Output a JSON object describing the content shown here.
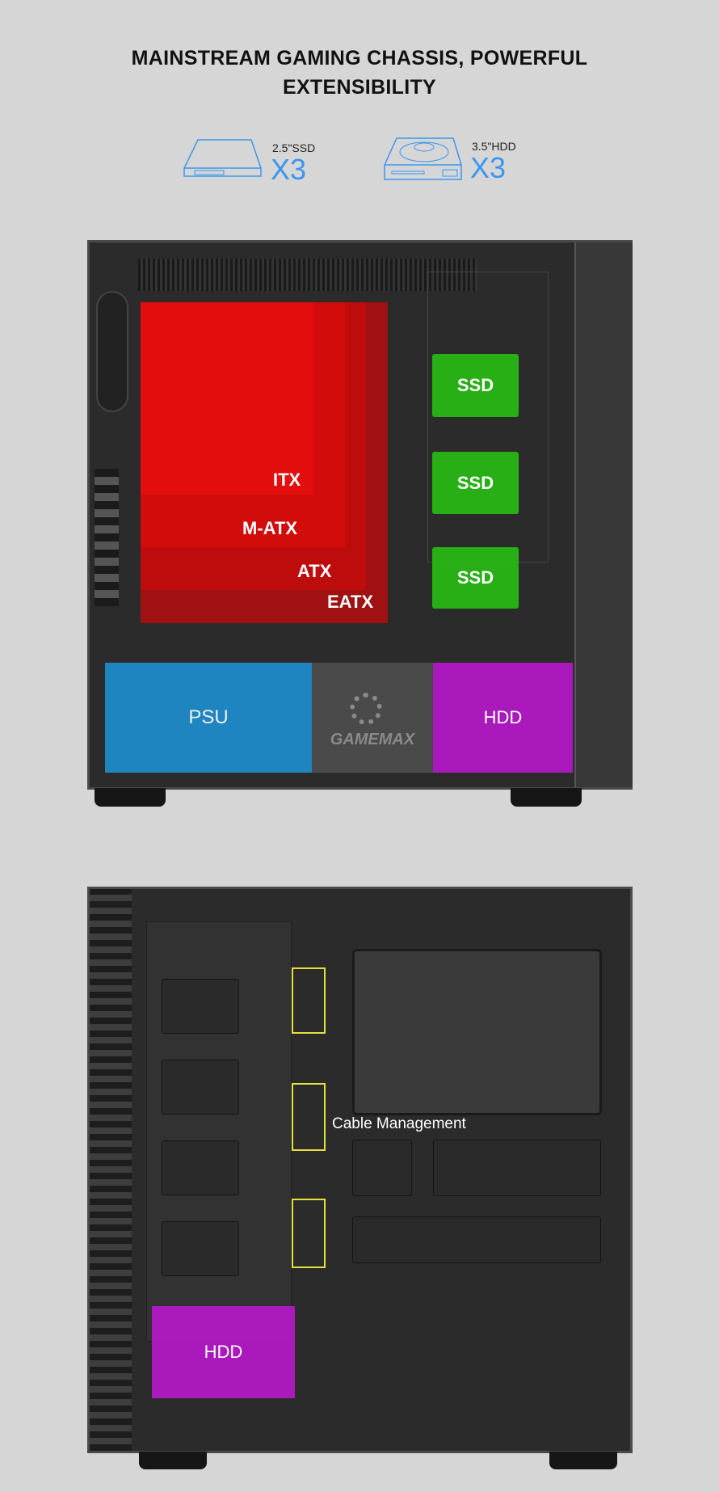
{
  "header": {
    "title_line1": "MAINSTREAM GAMING CHASSIS,  POWERFUL",
    "title_line2": "EXTENSIBILITY"
  },
  "specs": [
    {
      "icon": "ssd-icon",
      "label": "2.5\"SSD",
      "count": "X3"
    },
    {
      "icon": "hdd-icon",
      "label": "3.5\"HDD",
      "count": "X3"
    }
  ],
  "front_view": {
    "motherboard_sizes": [
      "ITX",
      "M-ATX",
      "ATX",
      "EATX"
    ],
    "ssd_bays": [
      "SSD",
      "SSD",
      "SSD"
    ],
    "psu_label": "PSU",
    "brand": "GAMEMAX",
    "hdd_label": "HDD"
  },
  "rear_view": {
    "cable_label": "Cable Management",
    "hdd_label": "HDD"
  },
  "colors": {
    "accent_blue": "#3b96f0",
    "mb_red": "#e01010",
    "ssd_green": "#28be14",
    "psu_blue": "#1e8fd0",
    "hdd_magenta": "#b418c8",
    "cable_yellow": "#e6e03a"
  }
}
